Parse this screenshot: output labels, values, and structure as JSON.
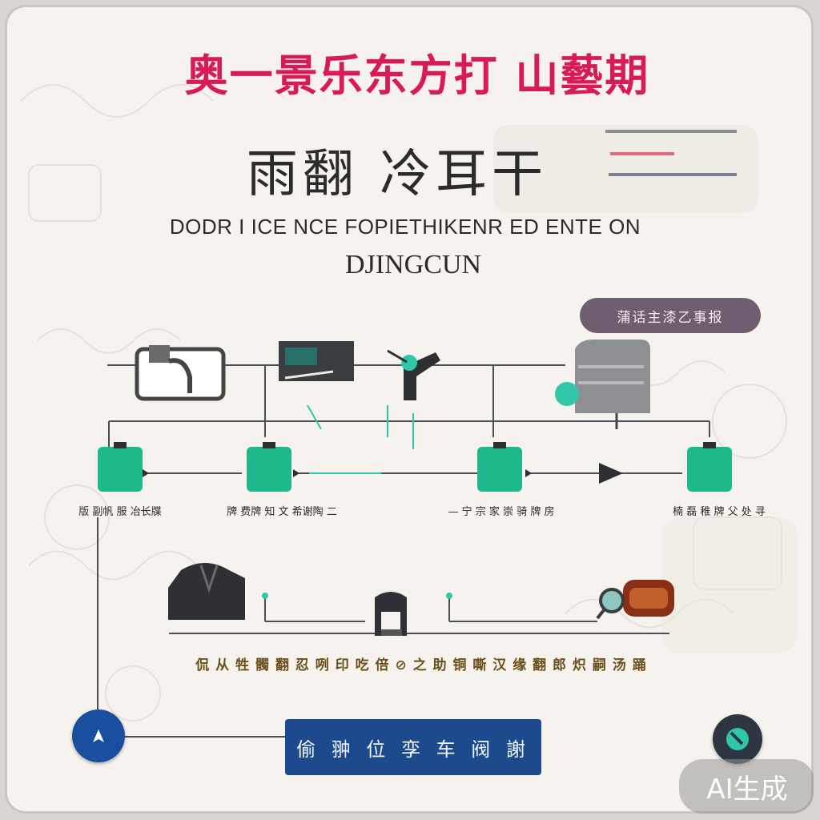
{
  "header": {
    "title": "奥一景乐东方打 山藝期",
    "subtitle_cjk": "雨翻 冷耳干",
    "subtitle_en": "DODR I ICE  NCE FOPIETHIKENR ED ENTE ON",
    "subtitle_en2": "DJINGCUN"
  },
  "tag": {
    "label": "蒲话主漆乙事报"
  },
  "nodes": [
    {
      "label": "版 副帆 服 冶长牒"
    },
    {
      "label": "牌 费牌 知 文 希谢陶 二"
    },
    {
      "label": "— 宁 宗 家 崇 骑 牌 房"
    },
    {
      "label": "楠 磊 稚 牌 父 处 寻"
    }
  ],
  "bottom": {
    "label": "侃 从 牲 髑 翻 忍 咧 印 吃 倍 ⊘ 之 助 铜 嘶 汉 缘 翻 郎 炽 嗣 汤 踊"
  },
  "action": {
    "label": "偷 翀 位 孪 车 阀 謝"
  },
  "badge": {
    "label": "AI生成"
  },
  "colors": {
    "title": "#d81b55",
    "node": "#1fb88a",
    "accent_teal": "#2fc7a8",
    "button": "#1d4a8c",
    "pill": "#6e5e6f"
  }
}
